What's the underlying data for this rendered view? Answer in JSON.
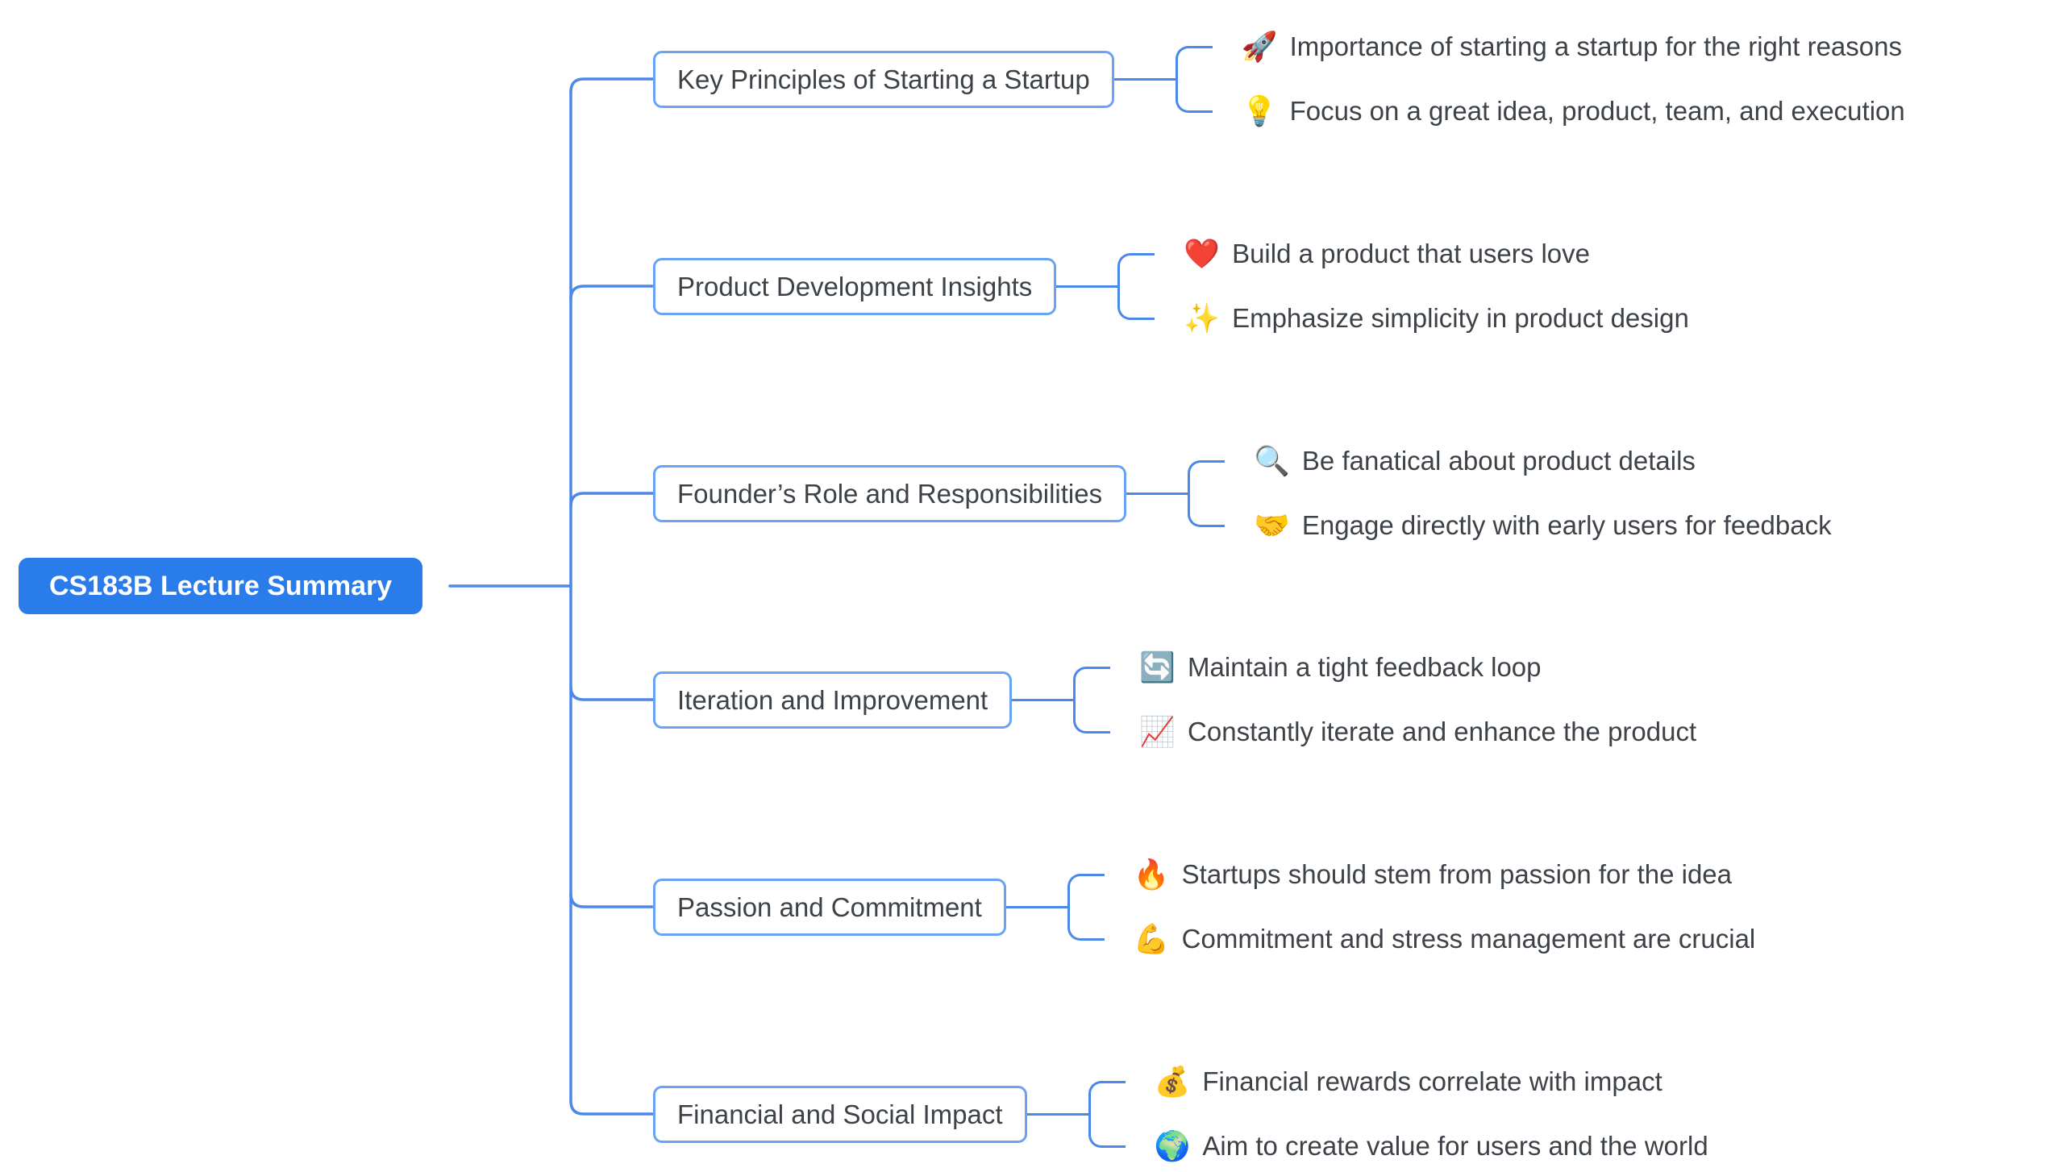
{
  "root": {
    "label": "CS183B Lecture Summary"
  },
  "branches": [
    {
      "label": "Key Principles of Starting a Startup",
      "leaves": [
        {
          "emoji": "🚀",
          "text": "Importance of starting a startup for the right reasons"
        },
        {
          "emoji": "💡",
          "text": "Focus on a great idea, product, team, and execution"
        }
      ]
    },
    {
      "label": "Product Development Insights",
      "leaves": [
        {
          "emoji": "❤️",
          "text": "Build a product that users love"
        },
        {
          "emoji": "✨",
          "text": "Emphasize simplicity in product design"
        }
      ]
    },
    {
      "label": "Founder’s Role and Responsibilities",
      "leaves": [
        {
          "emoji": "🔍",
          "text": "Be fanatical about product details"
        },
        {
          "emoji": "🤝",
          "text": "Engage directly with early users for feedback"
        }
      ]
    },
    {
      "label": "Iteration and Improvement",
      "leaves": [
        {
          "emoji": "🔄",
          "text": "Maintain a tight feedback loop"
        },
        {
          "emoji": "📈",
          "text": "Constantly iterate and enhance the product"
        }
      ]
    },
    {
      "label": "Passion and Commitment",
      "leaves": [
        {
          "emoji": "🔥",
          "text": "Startups should stem from passion for the idea"
        },
        {
          "emoji": "💪",
          "text": "Commitment and stress management are crucial"
        }
      ]
    },
    {
      "label": "Financial and Social Impact",
      "leaves": [
        {
          "emoji": "💰",
          "text": "Financial rewards correlate with impact"
        },
        {
          "emoji": "🌍",
          "text": "Aim to create value for users and the world"
        }
      ]
    }
  ],
  "colors": {
    "root_fill": "#2b7ceb",
    "root_text": "#ffffff",
    "node_border": "#6aa3f4",
    "line": "#4c87ea",
    "text": "#3c4248",
    "background": "#ffffff"
  }
}
